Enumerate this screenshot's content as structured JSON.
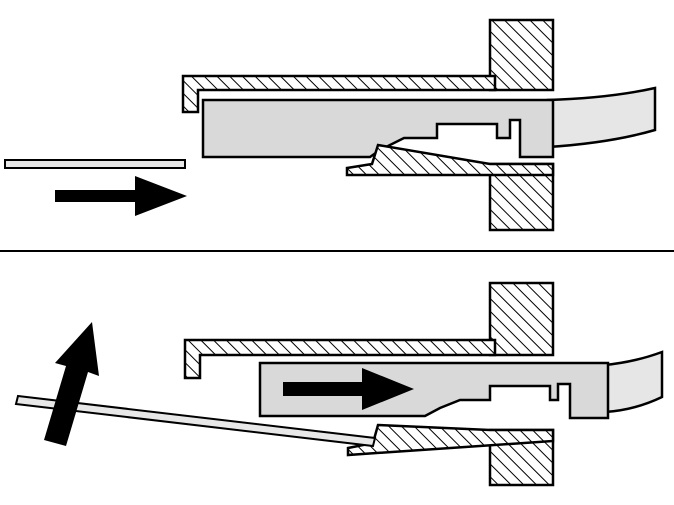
{
  "diagram": {
    "panels": [
      {
        "state": "before-insertion",
        "arrows": [
          "push-right"
        ]
      },
      {
        "state": "after-insertion",
        "arrows": [
          "lift-up",
          "slide-right"
        ]
      }
    ]
  },
  "colors": {
    "background": "#ffffff",
    "stroke": "#000000",
    "housing_fill": "#d9d9d9",
    "cable_fill": "#e6e6e6",
    "hatch": "#000000",
    "arrow": "#000000",
    "tool_fill": "#e8e8e8"
  },
  "icons": {
    "arrow": "arrow-icon",
    "hatched_wall": "hatched-wall"
  }
}
